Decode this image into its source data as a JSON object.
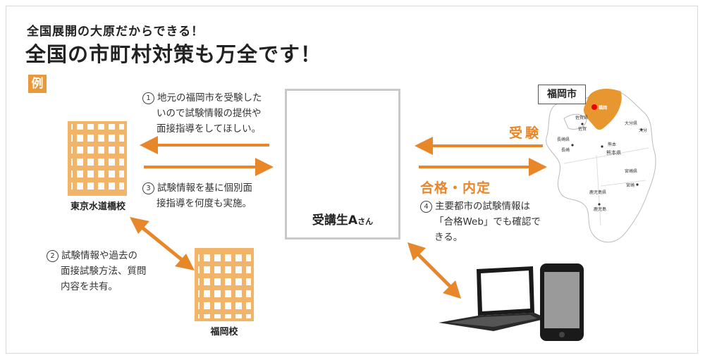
{
  "header": {
    "subtitle": "全国展開の大原だからできる！",
    "title": "全国の市町村対策も万全です！",
    "example_badge": "例"
  },
  "schools": {
    "tokyo": "東京水道橋校",
    "fukuoka": "福岡校"
  },
  "person": {
    "name_main": "受講生A",
    "name_suffix": "さん"
  },
  "steps": {
    "step1": {
      "num": "1",
      "lines": [
        "地元の福岡市を受験した",
        "いので試験情報の提供や",
        "面接指導をしてほしい。"
      ]
    },
    "step2": {
      "num": "2",
      "lines": [
        "試験情報や過去の",
        "面接試験方法、質問",
        "内容を共有。"
      ]
    },
    "step3": {
      "num": "3",
      "lines": [
        "試験情報を基に個別面",
        "接指導を何度も実施。"
      ]
    },
    "step4": {
      "num": "4",
      "lines": [
        "主要都市の試験情報は",
        "「合格Web」でも確認で",
        "きる。"
      ]
    }
  },
  "labels": {
    "exam": "受験",
    "pass": "合格・内定"
  },
  "map": {
    "title": "福岡市",
    "cities": [
      "福岡",
      "佐賀県",
      "佐賀",
      "長崎県",
      "長崎",
      "熊本",
      "熊本県",
      "大分県",
      "大分",
      "宮崎県",
      "宮崎",
      "鹿児島県",
      "鹿児島"
    ]
  },
  "colors": {
    "accent": "#e8862a",
    "building": "#f2b469",
    "arrow": "#e8862a"
  }
}
